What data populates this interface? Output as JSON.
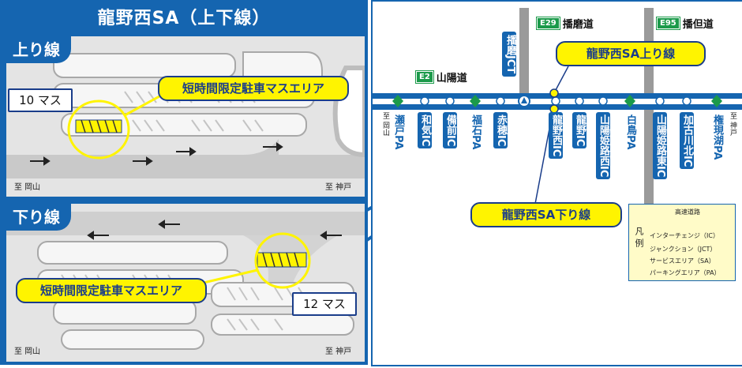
{
  "title": "龍野西SA（上下線）",
  "up": {
    "tab": "上り線",
    "count": "10 マス",
    "area_label": "短時間限定駐車マスエリア",
    "dest_left": "至 岡山",
    "dest_right": "至 神戸"
  },
  "down": {
    "tab": "下り線",
    "count": "12 マス",
    "area_label": "短時間限定駐車マスエリア",
    "dest_left": "至 岡山",
    "dest_right": "至 神戸"
  },
  "map": {
    "expressways": [
      {
        "code": "E2",
        "name": "山陽道"
      },
      {
        "code": "E29",
        "name": "播磨道"
      },
      {
        "code": "E95",
        "name": "播但道"
      }
    ],
    "harima_jct": "播磨JCT",
    "end_left": "至 岡山",
    "end_right": "至 神戸",
    "callout_up": "龍野西SA上り線",
    "callout_down": "龍野西SA下り線",
    "stops": [
      {
        "name": "瀬戸PA",
        "kind": "pa"
      },
      {
        "name": "和気IC",
        "kind": "ic"
      },
      {
        "name": "備前IC",
        "kind": "ic"
      },
      {
        "name": "福石PA",
        "kind": "pa"
      },
      {
        "name": "赤穂IC",
        "kind": "ic"
      },
      {
        "name": "龍野西IC",
        "kind": "ic"
      },
      {
        "name": "龍野IC",
        "kind": "ic"
      },
      {
        "name": "山陽姫路西IC",
        "kind": "ic"
      },
      {
        "name": "白鳥PA",
        "kind": "pa"
      },
      {
        "name": "山陽姫路東IC",
        "kind": "ic"
      },
      {
        "name": "加古川北IC",
        "kind": "ic"
      },
      {
        "name": "権現湖PA",
        "kind": "pa"
      }
    ],
    "legend": {
      "title": "凡例",
      "items": [
        "高速道路",
        "インターチェンジ（IC）",
        "ジャンクション（JCT）",
        "サービスエリア（SA）",
        "パーキングエリア（PA）"
      ]
    }
  },
  "colors": {
    "blue": "#1565b0",
    "navy": "#1a3d8a",
    "yellow": "#fff400",
    "green": "#1b9a4a",
    "gray": "#9a9a9a"
  }
}
